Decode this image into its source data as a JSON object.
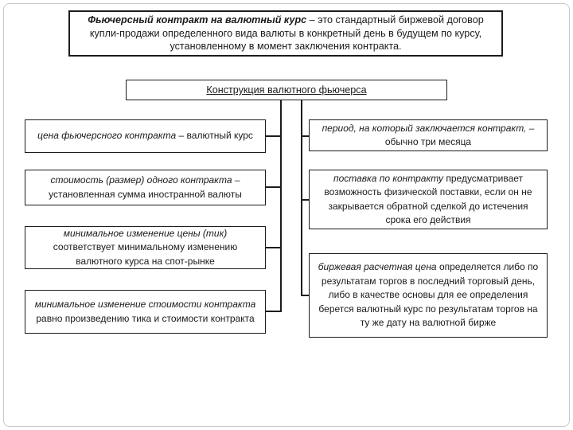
{
  "definition_box": {
    "lead": "Фьючерсный контракт на валютный курс",
    "rest": "– это стандартный биржевой договор купли-продажи определенного вида валюты в конкретный день в будущем по курсу, установленному в момент заключения контракта."
  },
  "title_box": {
    "label": "Конструкция валютного фьючерса"
  },
  "left_column": [
    {
      "em": "цена фьючерсного контракта",
      "text": "– валютный курс"
    },
    {
      "em": "стоимость (размер) одного контракта –",
      "text": "установленная сумма иностранной валюты"
    },
    {
      "em": "минимальное изменение цены (тик)",
      "text": "соответствует минимальному изменению валютного курса на спот-рынке"
    },
    {
      "em": "минимальное изменение стоимости контракта",
      "text": "равно произведению тика и стоимости контракта"
    }
  ],
  "right_column": [
    {
      "em": "период, на который заключается контракт, –",
      "text": "обычно три месяца"
    },
    {
      "em": "поставка по контракту",
      "text": "предусматривает возможность физической поставки, если он не закрывается обратной сделкой до истечения срока его действия"
    },
    {
      "em": "биржевая расчетная цена",
      "text": "определяется либо по результатам торгов в последний торговый день, либо в качестве основы для ее определения берется валютный курс по результатам торгов на ту же дату на валютной бирже"
    }
  ],
  "colors": {
    "line": "#1c1c1c",
    "text": "#1a1a1a",
    "frame": "#c9c9c9",
    "background": "#ffffff"
  }
}
